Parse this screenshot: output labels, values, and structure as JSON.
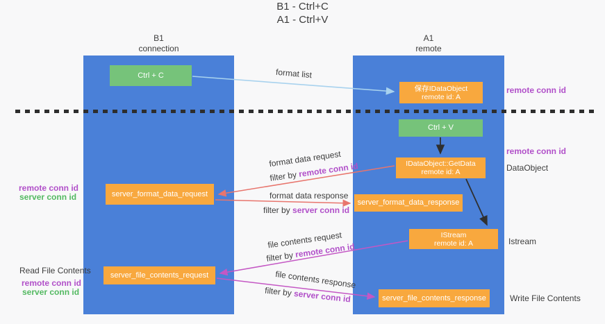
{
  "title": {
    "line1": "B1 - Ctrl+C",
    "line2": "A1 - Ctrl+V"
  },
  "columns": {
    "left": {
      "name": "B1",
      "subtitle": "connection"
    },
    "right": {
      "name": "A1",
      "subtitle": "remote"
    }
  },
  "nodes": {
    "ctrl_c": "Ctrl + C",
    "ctrl_v": "Ctrl + V",
    "save_obj": {
      "line1": "保存IDataObject",
      "line2": "remote id: A"
    },
    "getdata": {
      "line1": "IDataObject::GetData",
      "line2": "remote id: A"
    },
    "istream": {
      "line1": "IStream",
      "line2": "remote id: A"
    },
    "format_request": "server_format_data_request",
    "format_response": "server_format_data_response",
    "file_request": "server_file_contents_request",
    "file_response": "server_file_contents_response"
  },
  "edge_labels": {
    "format_list": "format list",
    "format_request": {
      "text": "format data request",
      "filter": "filter by ",
      "key": "remote conn id"
    },
    "format_response": {
      "text": "format data response",
      "filter": "filter by ",
      "key": "server conn id"
    },
    "file_request": {
      "text": "file contents request",
      "filter": "filter by ",
      "key": "remote conn id"
    },
    "file_response": {
      "text": "file contents response",
      "filter": "filter by ",
      "key": "server conn id"
    }
  },
  "side_labels": {
    "left": {
      "remote_conn_1": "remote conn id",
      "server_conn_1": "server conn id",
      "read_file": "Read File Contents",
      "remote_conn_2": "remote conn id",
      "server_conn_2": "server conn id"
    },
    "right": {
      "remote_conn_1": "remote conn id",
      "remote_conn_2": "remote conn id",
      "dataobject": "DataObject",
      "istream": "Istream",
      "write_file": "Write File Contents"
    }
  },
  "colors": {
    "column_blue": "#4a80d8",
    "box_orange": "#f8a83e",
    "box_green": "#76c37a",
    "purple_label": "#b150c9",
    "green_label": "#53b961",
    "arrow_lightblue": "#a8d2ee",
    "arrow_salmon": "#e8756d",
    "arrow_magenta": "#c457c4",
    "arrow_black": "#2f2f2f",
    "background": "#f8f8f9"
  }
}
